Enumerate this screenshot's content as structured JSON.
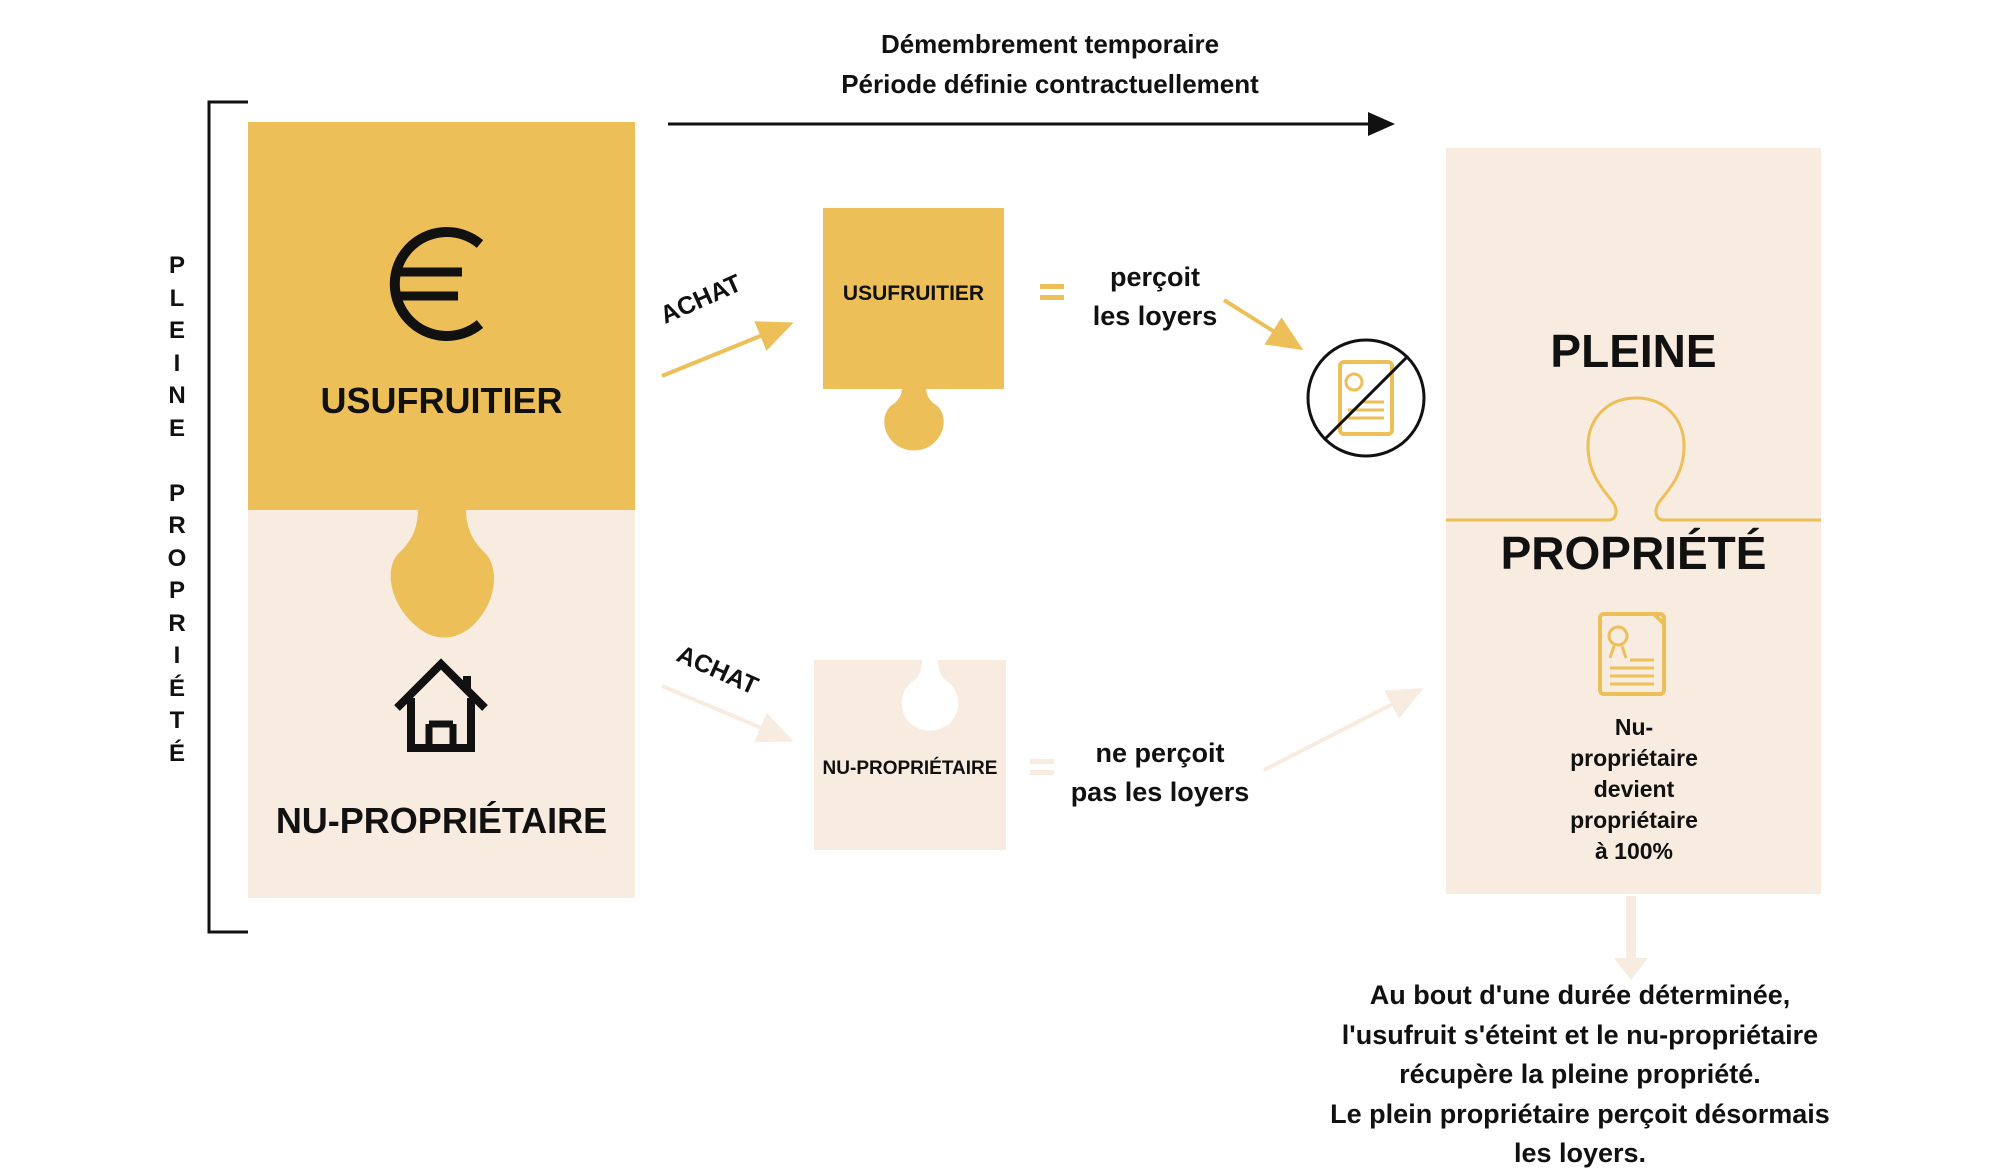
{
  "colors": {
    "gold": "#ECBF58",
    "cream": "#F8EBE0",
    "black": "#111111"
  },
  "header": {
    "line1": "Démembrement temporaire",
    "line2": "Période définie contractuellement"
  },
  "left_bracket": {
    "label": [
      "P",
      "L",
      "E",
      "I",
      "N",
      "E",
      "",
      "P",
      "R",
      "O",
      "P",
      "R",
      "I",
      "É",
      "T",
      "É"
    ]
  },
  "left_block": {
    "top_icon": "euro-icon",
    "top_label": "USUFRUITIER",
    "bottom_icon": "house-icon",
    "bottom_label": "NU-PROPRIÉTAIRE"
  },
  "purchase": {
    "top_label": "ACHAT",
    "bottom_label": "ACHAT"
  },
  "middle": {
    "usufruitier_label": "USUFRUITIER",
    "nu_label": "NU-PROPRIÉTAIRE",
    "equals": "=",
    "usufruitier_text_1": "perçoit",
    "usufruitier_text_2": "les loyers",
    "nu_text_1": "ne perçoit",
    "nu_text_2": "pas les loyers",
    "no_deed_icon": "no-deed-icon"
  },
  "right_block": {
    "title_top": "PLEINE",
    "title_bottom": "PROPRIÉTÉ",
    "deed_icon": "deed-icon",
    "caption_lines": [
      "Nu-",
      "propriétaire",
      "devient",
      "propriétaire",
      "à 100%"
    ]
  },
  "footer": {
    "lines": [
      "Au bout d'une durée déterminée,",
      "l'usufruit s'éteint et le nu-propriétaire",
      "récupère la pleine propriété.",
      "Le plein propriétaire perçoit désormais",
      "les loyers."
    ]
  }
}
